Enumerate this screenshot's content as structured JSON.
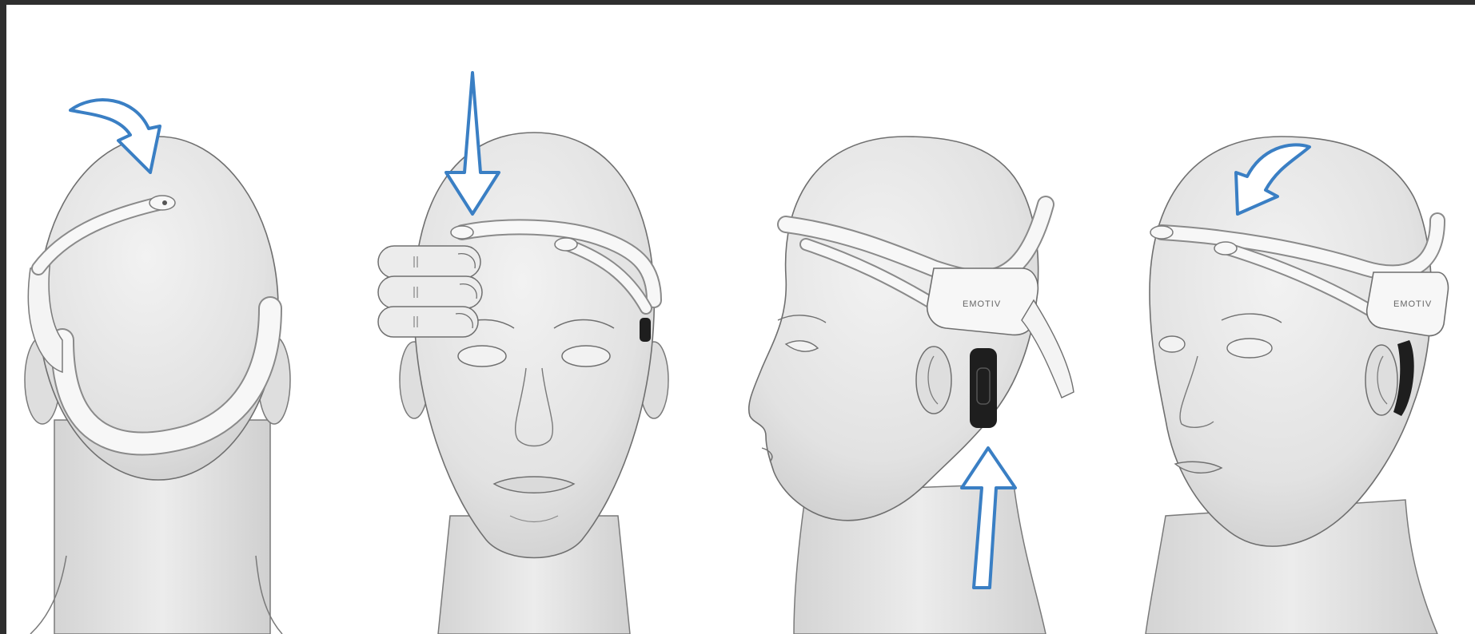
{
  "figure": {
    "steps": [
      {
        "view": "back",
        "arrow": "curved-right-down"
      },
      {
        "view": "front",
        "arrow": "down"
      },
      {
        "view": "side",
        "arrow": "up"
      },
      {
        "view": "three-quarter",
        "arrow": "curved-left-down"
      }
    ],
    "headset_brand": "EMOTIV",
    "colors": {
      "arrow_stroke": "#3a7fc4",
      "skin": "#e6e6e6",
      "skin_shadow": "#c9c9c9",
      "outline": "#6f6f6f",
      "headset": "#f7f7f7",
      "sensor_pad": "#1e1e1e",
      "background": "#ffffff",
      "frame": "#2f2f2f"
    }
  }
}
